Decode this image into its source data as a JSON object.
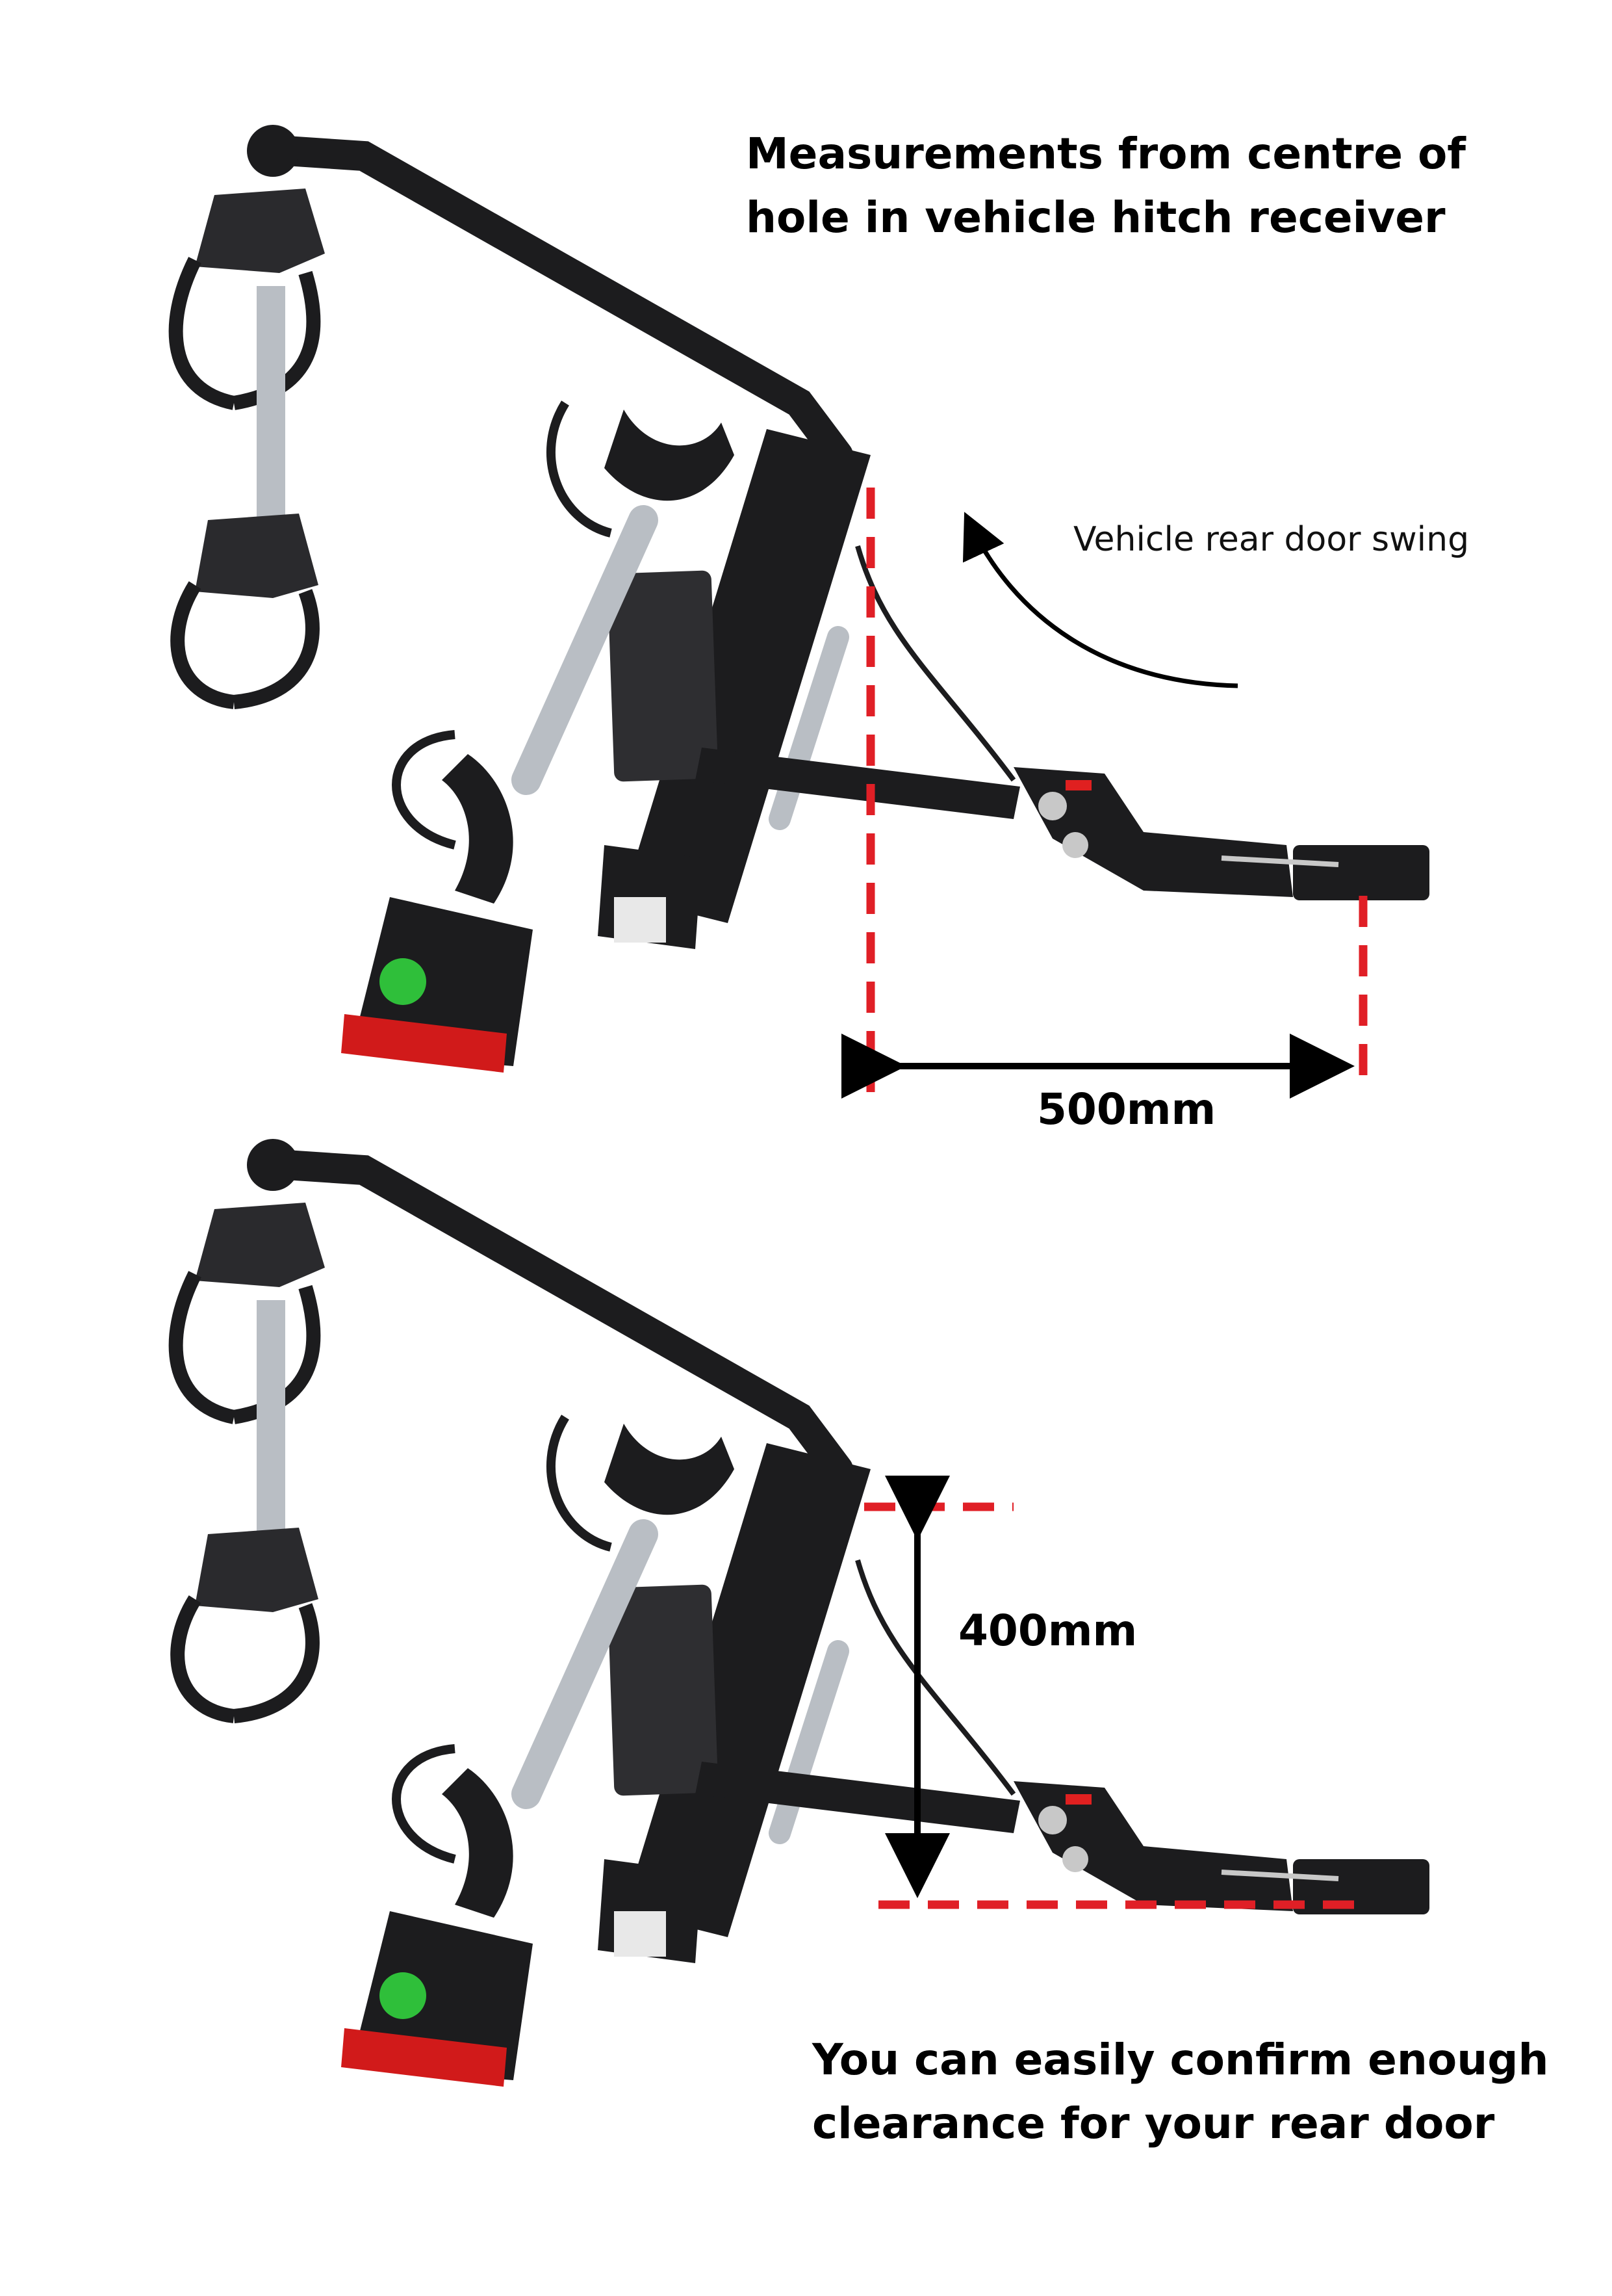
{
  "top_heading": {
    "line1": "Measurements from centre of",
    "line2": "hole in vehicle hitch receiver"
  },
  "door_swing_label": "Vehicle rear door swing",
  "dimension_width": "500mm",
  "dimension_height": "400mm",
  "bottom_heading": {
    "line1": "You can easily confirm enough",
    "line2": "clearance for your rear door"
  },
  "colors": {
    "guide_dash": "#e01f26",
    "arrow": "#000000",
    "frame": "#1c1c1e",
    "strut": "#b9bec4",
    "reflector": "#d11a1a",
    "badge": "#2fbf3a"
  },
  "icons": [
    "hitch-bike-rack-photo",
    "door-swing-arrow",
    "dimension-arrow"
  ]
}
